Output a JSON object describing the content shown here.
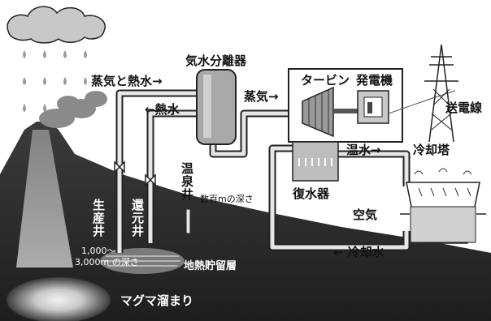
{
  "labels": {
    "steam_and_hot_water": "蒸気と熱水→",
    "separator": "気水分離器",
    "hot_water": "←熱水",
    "steam": "蒸気→",
    "turbine": "タービン",
    "generator": "発電機",
    "transmission_line": "送電線",
    "warm_water": "温水→",
    "cooling_tower": "冷却塔",
    "condenser": "復水器",
    "air": "空気",
    "cooling_water": "← 冷却水",
    "hot_spring_well": "温泉井",
    "depth_hundreds_m": "数百mの深さ",
    "production_well": "生産井",
    "reinjection_well": "還元井",
    "depth_line1": "1,000〜",
    "depth_line2": "3,000m の深さ",
    "reservoir": "地熱貯留層",
    "magma": "マグマ溜まり"
  }
}
